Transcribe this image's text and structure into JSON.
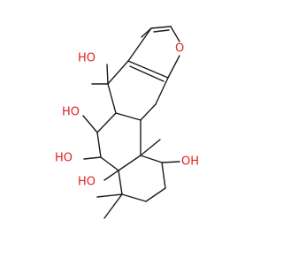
{
  "molecule": {
    "labels": {
      "oh_top": "HO",
      "oh_left_upper": "HO",
      "oh_left_middle": "HO",
      "oh_left_lower": "HO",
      "oh_right": "OH",
      "ring_oxygen": "O"
    },
    "colors": {
      "bond": "#1a1a1a",
      "oxygen": "#e0221d"
    }
  }
}
